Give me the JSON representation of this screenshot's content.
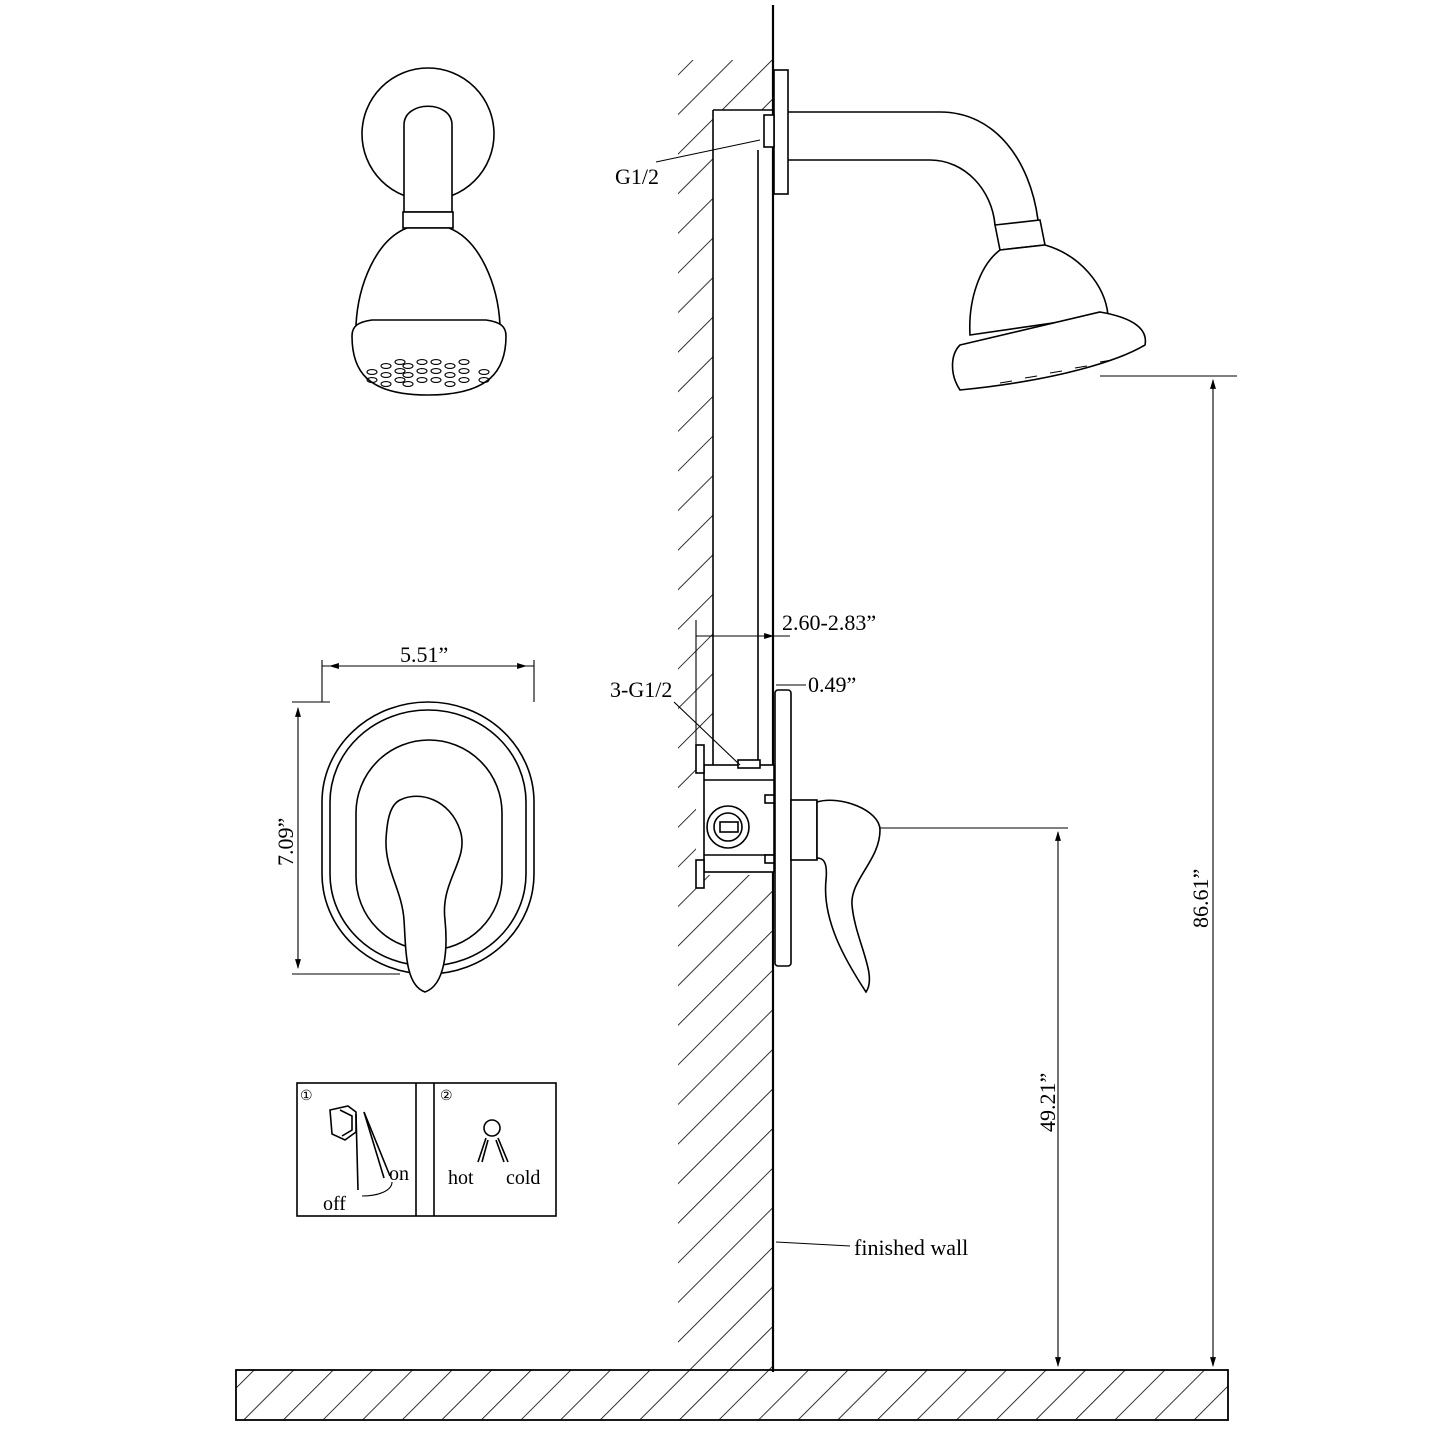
{
  "labels": {
    "g12_top": "G1/2",
    "g12_multi": "3-G1/2",
    "depth_range": "2.60-2.83”",
    "trim_thickness": "0.49”",
    "plate_width": "5.51”",
    "plate_height": "7.09”",
    "head_height": "86.61”",
    "valve_height": "49.21”",
    "finished_wall": "finished wall"
  },
  "operation": {
    "step1_num": "①",
    "step2_num": "②",
    "off": "off",
    "on": "on",
    "hot": "hot",
    "cold": "cold"
  },
  "colors": {
    "line": "#000000",
    "background": "#ffffff"
  }
}
